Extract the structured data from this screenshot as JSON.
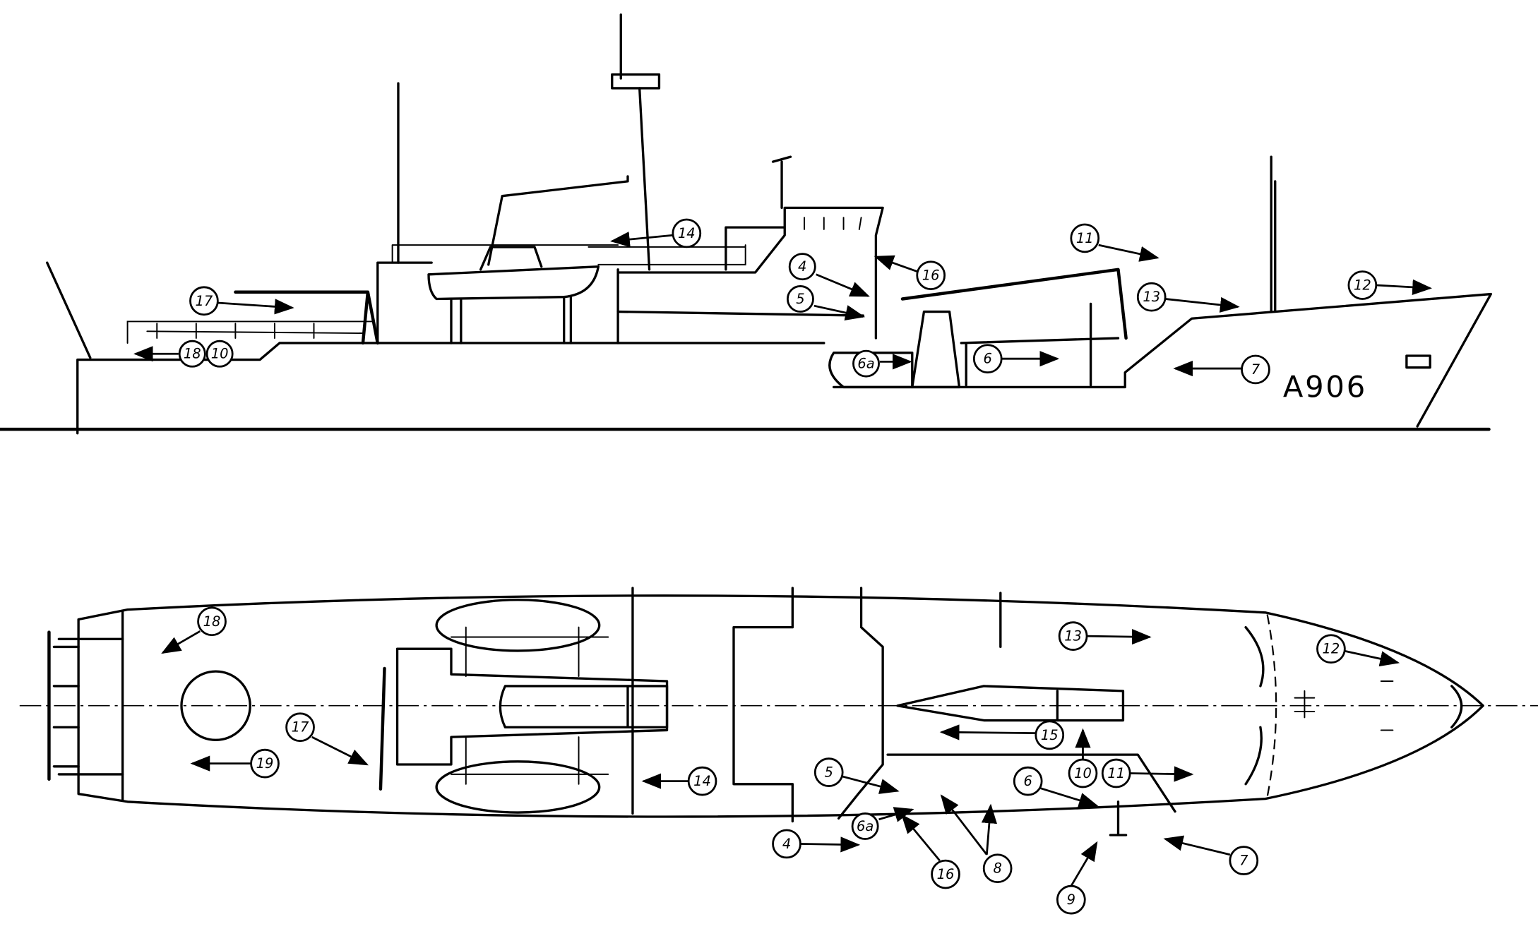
{
  "hull_number": "A906",
  "side_view": {
    "callouts": [
      "17",
      "18",
      "10",
      "14",
      "4",
      "5",
      "16",
      "11",
      "13",
      "12",
      "6a",
      "6",
      "7"
    ]
  },
  "plan_view": {
    "callouts": [
      "18",
      "17",
      "19",
      "14",
      "5",
      "6a",
      "4",
      "16",
      "8",
      "9",
      "6",
      "10",
      "11",
      "15",
      "7",
      "13",
      "12"
    ]
  },
  "colors": {
    "ink": "#000000",
    "paper": "#ffffff"
  }
}
